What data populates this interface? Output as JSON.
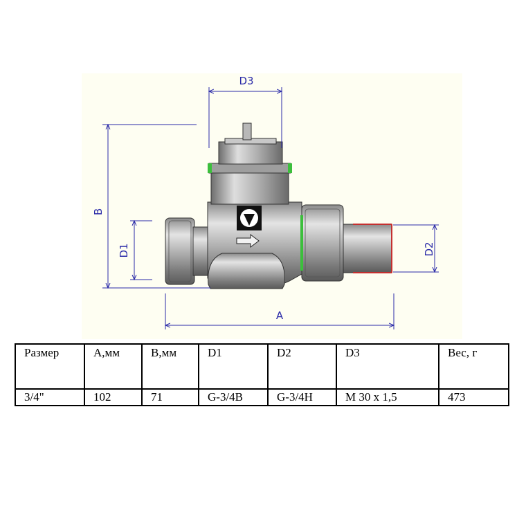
{
  "drawing": {
    "dimension_labels": {
      "d3": "D3",
      "b": "B",
      "d1": "D1",
      "d2": "D2",
      "a": "A"
    },
    "colors": {
      "background": "#fefef2",
      "dimension_line": "#2a2aa8",
      "body_metal": "#a5a5a5",
      "green_ring": "#3cbf3c",
      "red_thread": "#c43030"
    },
    "icons": [
      "valve-logo-icon",
      "flow-direction-arrow-icon"
    ]
  },
  "table": {
    "headers": [
      "Размер",
      "А,мм",
      "В,мм",
      "D1",
      "D2",
      "D3",
      "Вес, г"
    ],
    "rows": [
      [
        "3/4\"",
        "102",
        "71",
        "G-3/4В",
        "G-3/4Н",
        "М 30 х 1,5",
        "473"
      ]
    ]
  }
}
